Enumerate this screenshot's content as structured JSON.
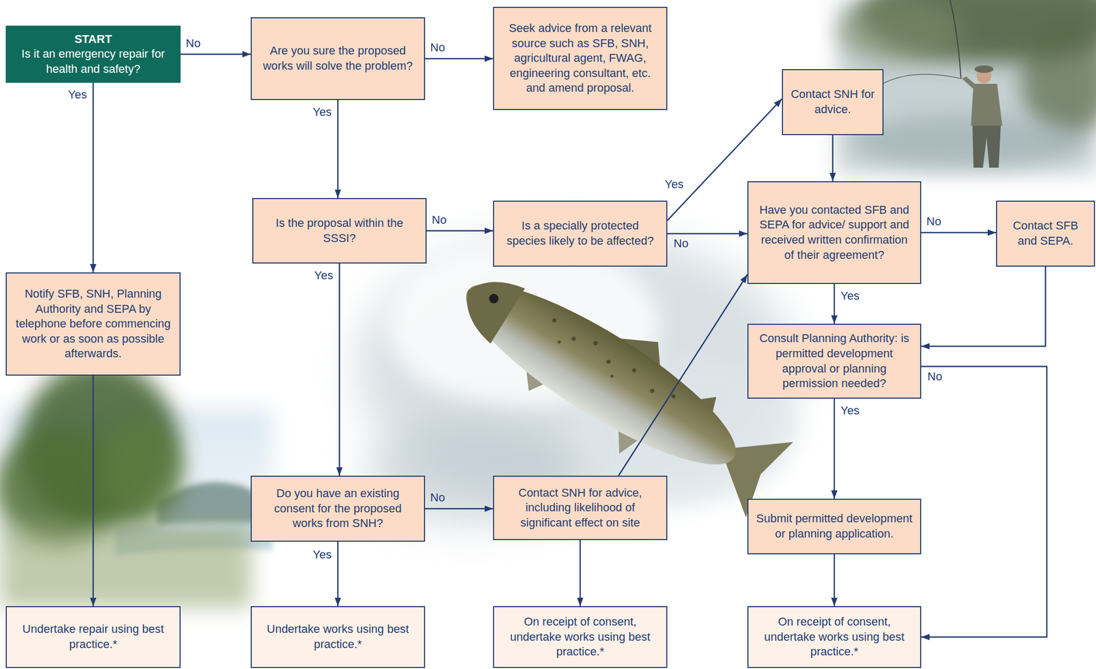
{
  "diagram": {
    "nodes": [
      {
        "text": [
          "START",
          "Is it an emergency repair for health and safety?"
        ]
      },
      {
        "text": [
          "Are you sure the proposed works will solve the problem?"
        ]
      },
      {
        "text": [
          "Seek advice from a relevant source such as SFB, SNH, agricultural agent, FWAG, engineering consultant, etc. and amend proposal."
        ]
      },
      {
        "text": [
          "Contact SNH for advice."
        ]
      },
      {
        "text": [
          "Is the proposal within the SSSI?"
        ]
      },
      {
        "text": [
          "Is a specially protected species likely to be affected?"
        ]
      },
      {
        "text": [
          "Have you contacted SFB and SEPA for advice/ support and received written confirmation of their agreement?"
        ]
      },
      {
        "text": [
          "Contact SFB and SEPA."
        ]
      },
      {
        "text": [
          "Notify SFB, SNH, Planning Authority and SEPA by telephone before commencing work or as soon as possible afterwards."
        ]
      },
      {
        "text": [
          "Consult Planning Authority: is permitted development approval or planning permission needed?"
        ]
      },
      {
        "text": [
          "Do you have an existing consent for the proposed works from SNH?"
        ]
      },
      {
        "text": [
          "Contact SNH for advice, including likelihood of significant effect on site"
        ]
      },
      {
        "text": [
          "Submit permitted development or planning application."
        ]
      },
      {
        "text": [
          "Undertake repair using best practice.*"
        ]
      },
      {
        "text": [
          "Undertake works using best practice.*"
        ]
      },
      {
        "text": [
          "On receipt of consent, undertake works using best practice.*"
        ]
      },
      {
        "text": [
          "On receipt of consent, undertake works using best practice.*"
        ]
      }
    ],
    "edges": [
      {
        "from": 0,
        "to": 1,
        "label": "No",
        "arrow": "to"
      },
      {
        "from": 0,
        "to": 8,
        "label": "Yes",
        "arrow": "to"
      },
      {
        "from": 1,
        "to": 2,
        "label": "No",
        "arrow": "to"
      },
      {
        "from": 1,
        "to": 4,
        "label": "Yes",
        "arrow": "to"
      },
      {
        "from": 4,
        "to": 5,
        "label": "No",
        "arrow": "to"
      },
      {
        "from": 4,
        "to": 10,
        "label": "Yes",
        "arrow": "to"
      },
      {
        "from": 5,
        "to": 3,
        "label": "Yes",
        "arrow": "to"
      },
      {
        "from": 5,
        "to": 6,
        "label": "No",
        "arrow": "to"
      },
      {
        "from": 3,
        "to": 6,
        "arrow": "to"
      },
      {
        "from": 6,
        "to": 7,
        "label": "No",
        "arrow": "to"
      },
      {
        "from": 6,
        "to": 9,
        "label": "Yes",
        "arrow": "to"
      },
      {
        "from": 7,
        "to": 9,
        "arrow": "to"
      },
      {
        "from": 9,
        "to": 12,
        "label": "Yes",
        "arrow": "to"
      },
      {
        "from": 9,
        "to": 16,
        "label": "No",
        "arrow": "to"
      },
      {
        "from": 10,
        "to": 14,
        "label": "Yes",
        "arrow": "to"
      },
      {
        "from": 10,
        "to": 11,
        "label": "No",
        "arrow": "to"
      },
      {
        "from": 11,
        "to": 15,
        "arrow": "to"
      },
      {
        "from": 11,
        "to": 6,
        "arrow": "to"
      },
      {
        "from": 12,
        "to": 16,
        "arrow": "to"
      },
      {
        "from": 8,
        "to": 13,
        "arrow": "to"
      }
    ]
  }
}
